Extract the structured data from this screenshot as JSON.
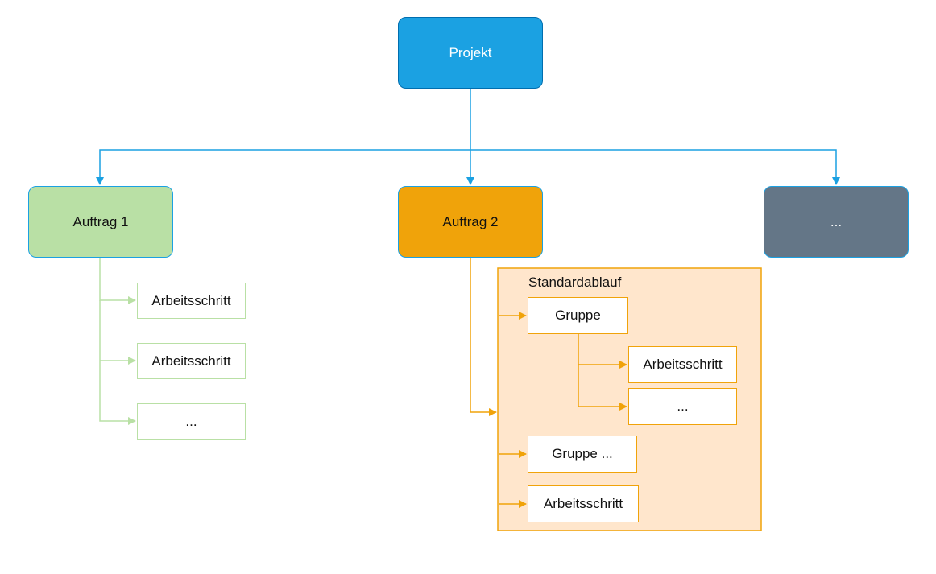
{
  "colors": {
    "project_fill": "#1ba1e2",
    "project_stroke": "#006eaf",
    "connector_blue": "#1ba1e2",
    "auftrag1_fill": "#b9e0a5",
    "auftrag1_stroke": "#1ba1e2",
    "green_line": "#b9e0a5",
    "auftrag2_fill": "#f0a30a",
    "auftrag2_stroke": "#1ba1e2",
    "orange_line": "#f0a30a",
    "container_fill": "#ffe6cc",
    "third_fill": "#647687",
    "third_stroke": "#1ba1e2"
  },
  "project": {
    "label": "Projekt"
  },
  "auftrag1": {
    "label": "Auftrag 1",
    "children": [
      "Arbeitsschritt",
      "Arbeitsschritt",
      "..."
    ]
  },
  "auftrag2": {
    "label": "Auftrag 2",
    "container": {
      "title": "Standardablauf",
      "gruppe": {
        "label": "Gruppe",
        "children": [
          "Arbeitsschritt",
          "..."
        ]
      },
      "gruppe_more": {
        "label": "Gruppe ..."
      },
      "step": {
        "label": "Arbeitsschritt"
      }
    }
  },
  "auftrag_more": {
    "label": "..."
  }
}
